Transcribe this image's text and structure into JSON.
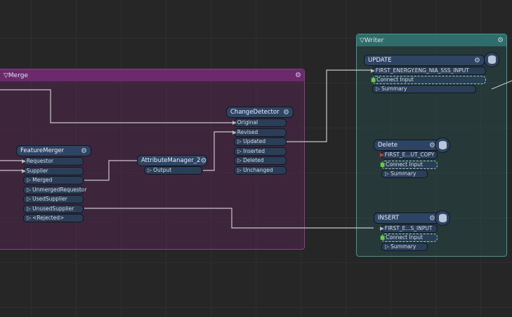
{
  "bookmarks": {
    "merge": {
      "title": "▽Merge"
    },
    "writer": {
      "title": "▽Writer"
    }
  },
  "nodes": {
    "change_detector": {
      "title": "ChangeDetector",
      "ports": [
        "Original",
        "Revised",
        "▷ Updated",
        "▷ Inserted",
        "▷ Deleted",
        "▷ Unchanged"
      ]
    },
    "feature_merger": {
      "title": "FeatureMerger",
      "ports": [
        "Requestor",
        "Supplier",
        "▷ Merged",
        "▷ UnmergedRequestor",
        "▷ UsedSupplier",
        "▷ UnusedSupplier",
        "▷ <Rejected>"
      ]
    },
    "attribute_manager": {
      "title": "AttributeManager_2",
      "ports": [
        "▷ Output"
      ]
    },
    "update": {
      "title": "UPDATE",
      "ports": [
        "FIRST_ENERGY.ENG_NIA_SSS_INPUT",
        "Connect Input",
        "▷ Summary"
      ]
    },
    "delete": {
      "title": "Delete",
      "ports": [
        "FIRST_E...UT_COPY",
        "Connect Input",
        "▷ Summary"
      ]
    },
    "insert": {
      "title": "INSERT",
      "ports": [
        "FIRST_E...S_INPUT",
        "Connect Input",
        "▷ Summary"
      ]
    }
  },
  "gear_icon": "⚙"
}
